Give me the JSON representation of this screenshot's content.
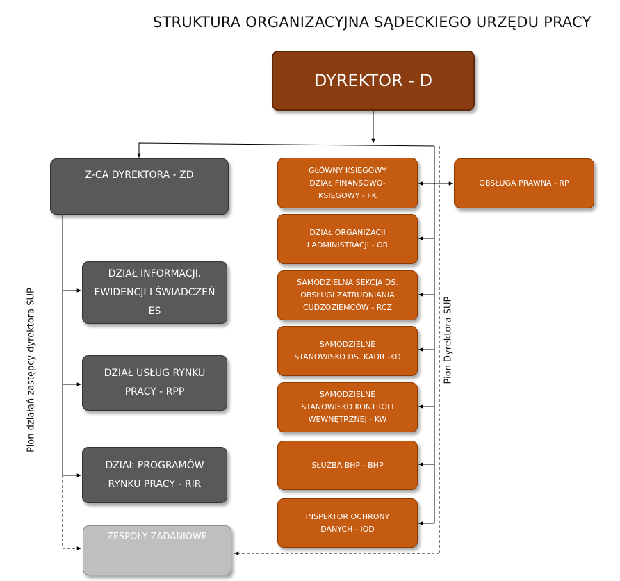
{
  "title": "STRUKTURA ORGANIZACYJNA SĄDECKIEGO URZĘDU PRACY",
  "director": "DYREKTOR - D",
  "deputy": "Z-CA DYREKTORA - ZD",
  "deputy_units": [
    "DZIAŁ INFORMACJI,\nEWIDENCJI  I ŚWIADCZEŃ\nES",
    "DZIAŁ USŁUG RYNKU\nPRACY - RPP",
    "DZIAŁ PROGRAMÓW\nRYNKU PRACY - RIR"
  ],
  "task_teams": "ZESPOŁY ZADANIOWE",
  "director_units": [
    "GŁÓWNY KSIĘGOWY\nDZIAŁ FINANSOWO-\nKSIĘGOWY - FK",
    "DZIAŁ ORGANIZACJI\nI ADMINISTRACJI - OR",
    "SAMODZIELNA SEKCJA DS.\nOBSŁUGI ZATRUDNIANIA\nCUDZOZIEMCÓW - RCZ",
    "SAMODZIELNE\nSTANOWISKO DS. KADR -KD",
    "SAMODZIELNE\nSTANOWISKO KONTROLI\nWEWNĘTRZNEJ - KW",
    "SŁUŻBA BHP - BHP",
    "INSPEKTOR OCHRONY\nDANYCH - IOD"
  ],
  "legal": "OBSŁUGA PRAWNA - RP",
  "left_label": "Pion działań zastępcy dyrektora SUP",
  "right_label": "Pion Dyrektora SUP",
  "colors": {
    "director": "#8b3d12",
    "orange": "#c55a11",
    "dark_gray": "#595959",
    "light_gray": "#bfbfbf"
  }
}
